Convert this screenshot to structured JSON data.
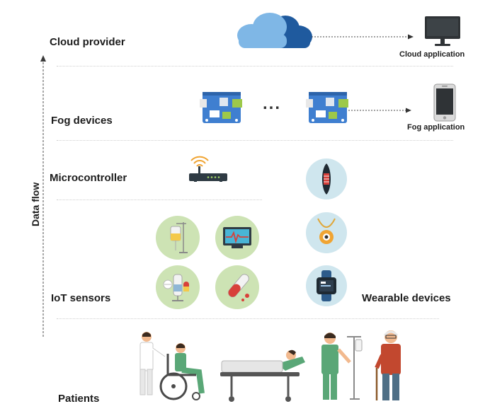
{
  "layers": {
    "cloud_provider": "Cloud provider",
    "fog_devices": "Fog devices",
    "microcontroller": "Microcontroller",
    "iot_sensors": "IoT sensors",
    "wearable_devices": "Wearable devices",
    "patients": "Patients"
  },
  "apps": {
    "cloud_application": "Cloud application",
    "fog_application": "Fog application"
  },
  "flow": {
    "label": "Data flow"
  },
  "fog_separator": "...",
  "colors": {
    "cloud_dark": "#1f5a9e",
    "cloud_light": "#7fb7e6",
    "board_blue": "#3f7fd0",
    "board_green": "#9dc94a",
    "sensor_circle": "#cde3b4",
    "wearable_circle": "#cfe6ee",
    "scrub_green": "#5aa777",
    "text": "#1c1c1c"
  },
  "icons": [
    "cloud-icon",
    "monitor-icon",
    "smartphone-icon",
    "fog-board-icon",
    "router-icon",
    "iv-drip-icon",
    "heart-monitor-icon",
    "pills-icon",
    "test-tube-icon",
    "smart-pill-icon",
    "pendant-icon",
    "smartwatch-icon",
    "wheelchair-patient-icon",
    "bed-patient-icon",
    "iv-patient-icon",
    "elderly-patient-icon"
  ]
}
